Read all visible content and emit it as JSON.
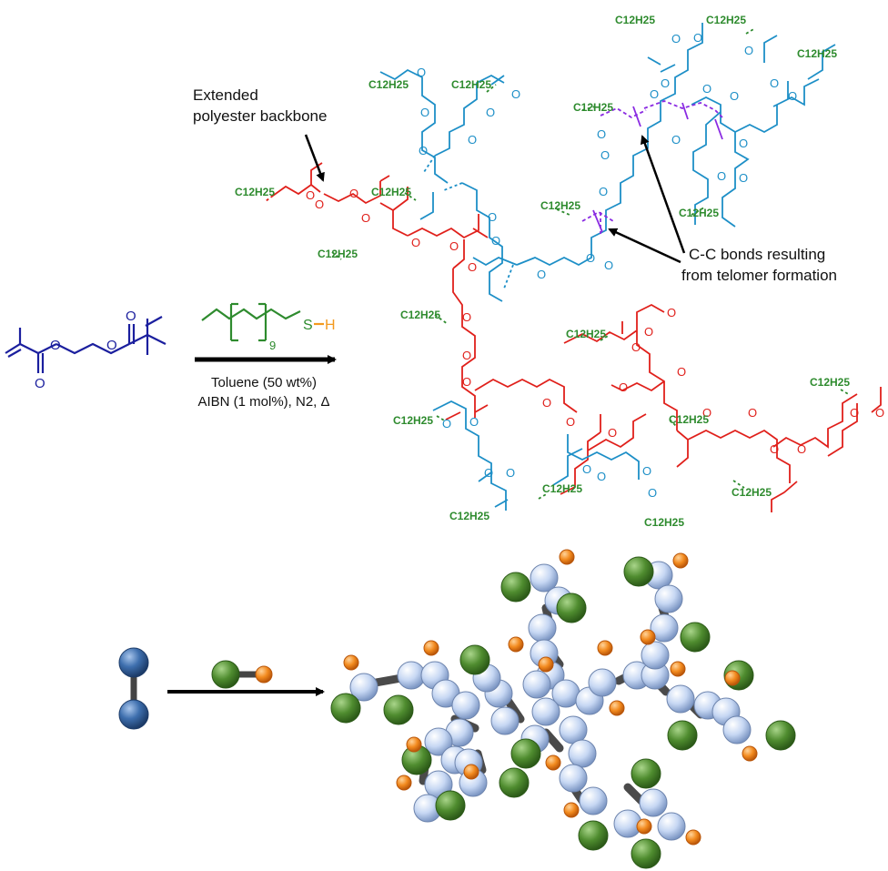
{
  "annotations": {
    "backbone_line1": "Extended",
    "backbone_line2": "polyester backbone",
    "telomer_line1": "C-C bonds resulting",
    "telomer_line2": "from telomer formation"
  },
  "reaction": {
    "solvent": "Toluene (50 wt%)",
    "initiator": "AIBN (1 mol%), N2, Δ",
    "thiol_repeat": "9",
    "thiol_S": "S",
    "thiol_H": "H"
  },
  "groups": {
    "c12h25": "C12H25"
  },
  "colors": {
    "monomer": "#1b1f9e",
    "red_branch": "#e0201b",
    "blue_branch": "#1d8fc7",
    "green_chain": "#2e8b2e",
    "purple_bond": "#8a2be2",
    "thiol_S": "#2e8b2e",
    "thiol_H": "#f39a1e",
    "bead_light": "#b9cdf0",
    "bead_dark_blue": "#2f5f9a",
    "bead_green": "#4e8a2e",
    "bead_orange": "#f07f17",
    "link": "#555555"
  }
}
